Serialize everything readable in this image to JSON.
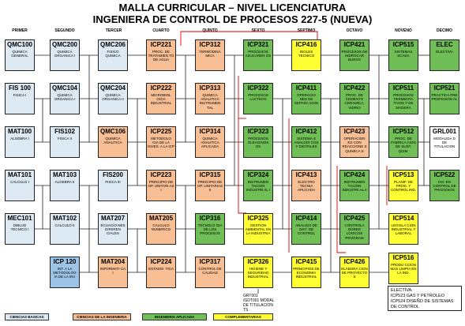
{
  "title_line1": "MALLA CURRICULAR – NIVEL LICENCIATURA",
  "title_line2": "INGENIERA DE CONTROL DE PROCESOS  227-5 (NUEVA)",
  "semesters": [
    "PRIMER",
    "SEGUNDO",
    "TERCER",
    "CUARTO",
    "QUINTO",
    "SEXTO",
    "SEPTIMO",
    "OCTAVO",
    "NOVENO",
    "DECIMO"
  ],
  "courses": {
    "qmc100": {
      "code": "QMC100",
      "name": "QUIMICA GENERAL"
    },
    "fis100": {
      "code": "FIS 100",
      "name": "FISICA I"
    },
    "mat100": {
      "code": "MAT100",
      "name": "ALGEBRA I"
    },
    "mat101": {
      "code": "MAT101",
      "name": "CALCULO I"
    },
    "mec101": {
      "code": "MEC101",
      "name": "DIBUJO TECNICO I"
    },
    "qmc200": {
      "code": "QMC200",
      "name": "QUIMICA ORGANICA I"
    },
    "qmc104": {
      "code": "QMC104",
      "name": "QUIMICA ORGANICA I"
    },
    "fis102": {
      "code": "FIS102",
      "name": "FISICA II"
    },
    "mat103": {
      "code": "MAT103",
      "name": "ALGEBRA II"
    },
    "mat102": {
      "code": "MAT102",
      "name": "CALCULO II"
    },
    "icp120": {
      "code": "ICP 120",
      "name": "INT. A LA METODOLOG IA DE LA INV"
    },
    "qmc206": {
      "code": "QMC206",
      "name": "FISICO QUIMICA"
    },
    "qmc204": {
      "code": "QMC204",
      "name": "QUIMICA ORGANICA II"
    },
    "qmc106": {
      "code": "QMC106",
      "name": "QUIMICA ANALITICA"
    },
    "fis200": {
      "code": "FIS200",
      "name": "FISICA III"
    },
    "mat207": {
      "code": "MAT207",
      "name": "ECUACIO NES DIFEREN CIALES"
    },
    "mat204": {
      "code": "MAT204",
      "name": "INFORMATI CA I"
    },
    "icp221": {
      "code": "ICP221",
      "name": "PROC. DE TRATAMIEN TO DE AGUA"
    },
    "icp222": {
      "code": "ICP222",
      "name": "MICROBIOL OGIA INDUSTRIAL"
    },
    "icp225": {
      "code": "ICP225",
      "name": "METODOLO GIA DE LA INVES. A LA ICP"
    },
    "icp223": {
      "code": "ICP223",
      "name": "PRINCIPIO DE OP. UNITARI AS I"
    },
    "mat205": {
      "code": "MAT205",
      "name": "CALCULO NUMERICO"
    },
    "icp224": {
      "code": "ICP224",
      "name": "ESTADIS- TICA"
    },
    "icp312": {
      "code": "ICP312",
      "name": "TERMODINA MICA"
    },
    "icp313": {
      "code": "ICP313",
      "name": "QUIMICA ANALITICA INSTRUMEN TAL"
    },
    "icp314": {
      "code": "ICP314",
      "name": "QUIMICA ANALITICA APLICADA"
    },
    "icp315": {
      "code": "ICP315",
      "name": "PRINCIPIO DE OP. UNITARIAS II"
    },
    "icp316": {
      "code": "ICP316",
      "name": "TECNOLO GIA DE LOS PROCESOS"
    },
    "icp317": {
      "code": "ICP317",
      "name": "CONTROL DE CALIDAD"
    },
    "icp321": {
      "code": "ICP321",
      "name": "PROCESOS AZUCARER OS"
    },
    "icp322": {
      "code": "ICP322",
      "name": "PROCESOS LACTEOS"
    },
    "icp323": {
      "code": "ICP323",
      "name": "PROCESOS OLEAGINOS OS"
    },
    "icp324": {
      "code": "ICP324",
      "name": "INSTRUMEN TACION INDUSTRI AL I"
    },
    "icp325": {
      "code": "ICP325",
      "name": "GESTION AMBIENTAL EN LA INDUSTRIA"
    },
    "icp326": {
      "code": "ICP326",
      "name": "HIGIENE Y SEGURIDAD INDUSTRIAL"
    },
    "icp416": {
      "code": "ICP416",
      "name": "INGLES TECNICO"
    },
    "icp411": {
      "code": "ICP411",
      "name": "OPERACIO NES DE SEPARA CION"
    },
    "icp412": {
      "code": "ICP412",
      "name": "SISTEMA S ANALOGI COS Y DIGITALES"
    },
    "icp413": {
      "code": "ICP413",
      "name": "ELECTRO TECNIA APLICADA"
    },
    "icp414": {
      "code": "ICP414",
      "name": "ANALISIS DE SIST. DE CONTROL"
    },
    "icp415": {
      "code": "ICP415",
      "name": "PRINCIPIOS DE ECONOMIA INDUSTRIAL"
    },
    "icp421": {
      "code": "ICP421",
      "name": "PROCESOS DE HIDROCAR BUROS"
    },
    "icp422": {
      "code": "ICP422",
      "name": "PROC. DE CEMENTO CERAMICA, VIDRIO"
    },
    "icp423": {
      "code": "ICP423",
      "name": "OPERACION ES CON REACCIONE S QUIMICA S"
    },
    "icp424": {
      "code": "ICP424",
      "name": "INSTRUMEN TACION INDUSTRI AL II"
    },
    "icp425": {
      "code": "ICP425",
      "name": "CONTROLA DORES LOGICOS PROGRAM"
    },
    "icp426": {
      "code": "ICP426",
      "name": "ELABORA CION DE PROYECTO S"
    },
    "icp515": {
      "code": "ICP515",
      "name": "SISTEMAS SCADA"
    },
    "icp511": {
      "code": "ICP511",
      "name": "PROCESOS FERMENTA TIVOS Y DE MADERA"
    },
    "icp512": {
      "code": "ICP512",
      "name": "PROC. DE FABRICA CION DE SUST. QUIM."
    },
    "icp513": {
      "code": "ICP513",
      "name": "PLANIF. DE PROD. Y CONTROL IND."
    },
    "icp514": {
      "code": "ICP514",
      "name": "LEGISLA CION INDUSTRIAL Y LABORAL"
    },
    "icp516": {
      "code": "ICP516",
      "name": "PRODU CCION MAS LIMPIA EN LA IND."
    },
    "elec": {
      "code": "ELEC",
      "name": "ELECTIVA"
    },
    "icp521": {
      "code": "ICP521",
      "name": "PRACTICA PRE PROFESION AL"
    },
    "grl001": {
      "code": "GRL001",
      "name": "MODALIDA D DE TITULACION"
    },
    "icp522": {
      "code": "ICP522",
      "name": "INV. EN CONTROL DE PROCESOS"
    }
  },
  "note_grt": "GRT001 /GDT001 MODAL DE TITULACION TS",
  "electives": {
    "header": "ELECTIVA:",
    "line1": "ICP523 GAS Y PETROLEO",
    "line2": "ICP524 DISEÑO DE SISTEMAS",
    "line3": "DE CONTROL"
  },
  "legend": {
    "basic": "CIENCIAS BASICAS",
    "eng": "CIENCIAS DE LA INGENIERIA",
    "app": "INGENIERIA APLICADA",
    "comp": "COMPLEMENTARIAS"
  },
  "colors": {
    "basic": "#dde9f3",
    "eng": "#f8be94",
    "app": "#6fbf56",
    "comp": "#ffff33",
    "prereq_red": "#e00000"
  }
}
